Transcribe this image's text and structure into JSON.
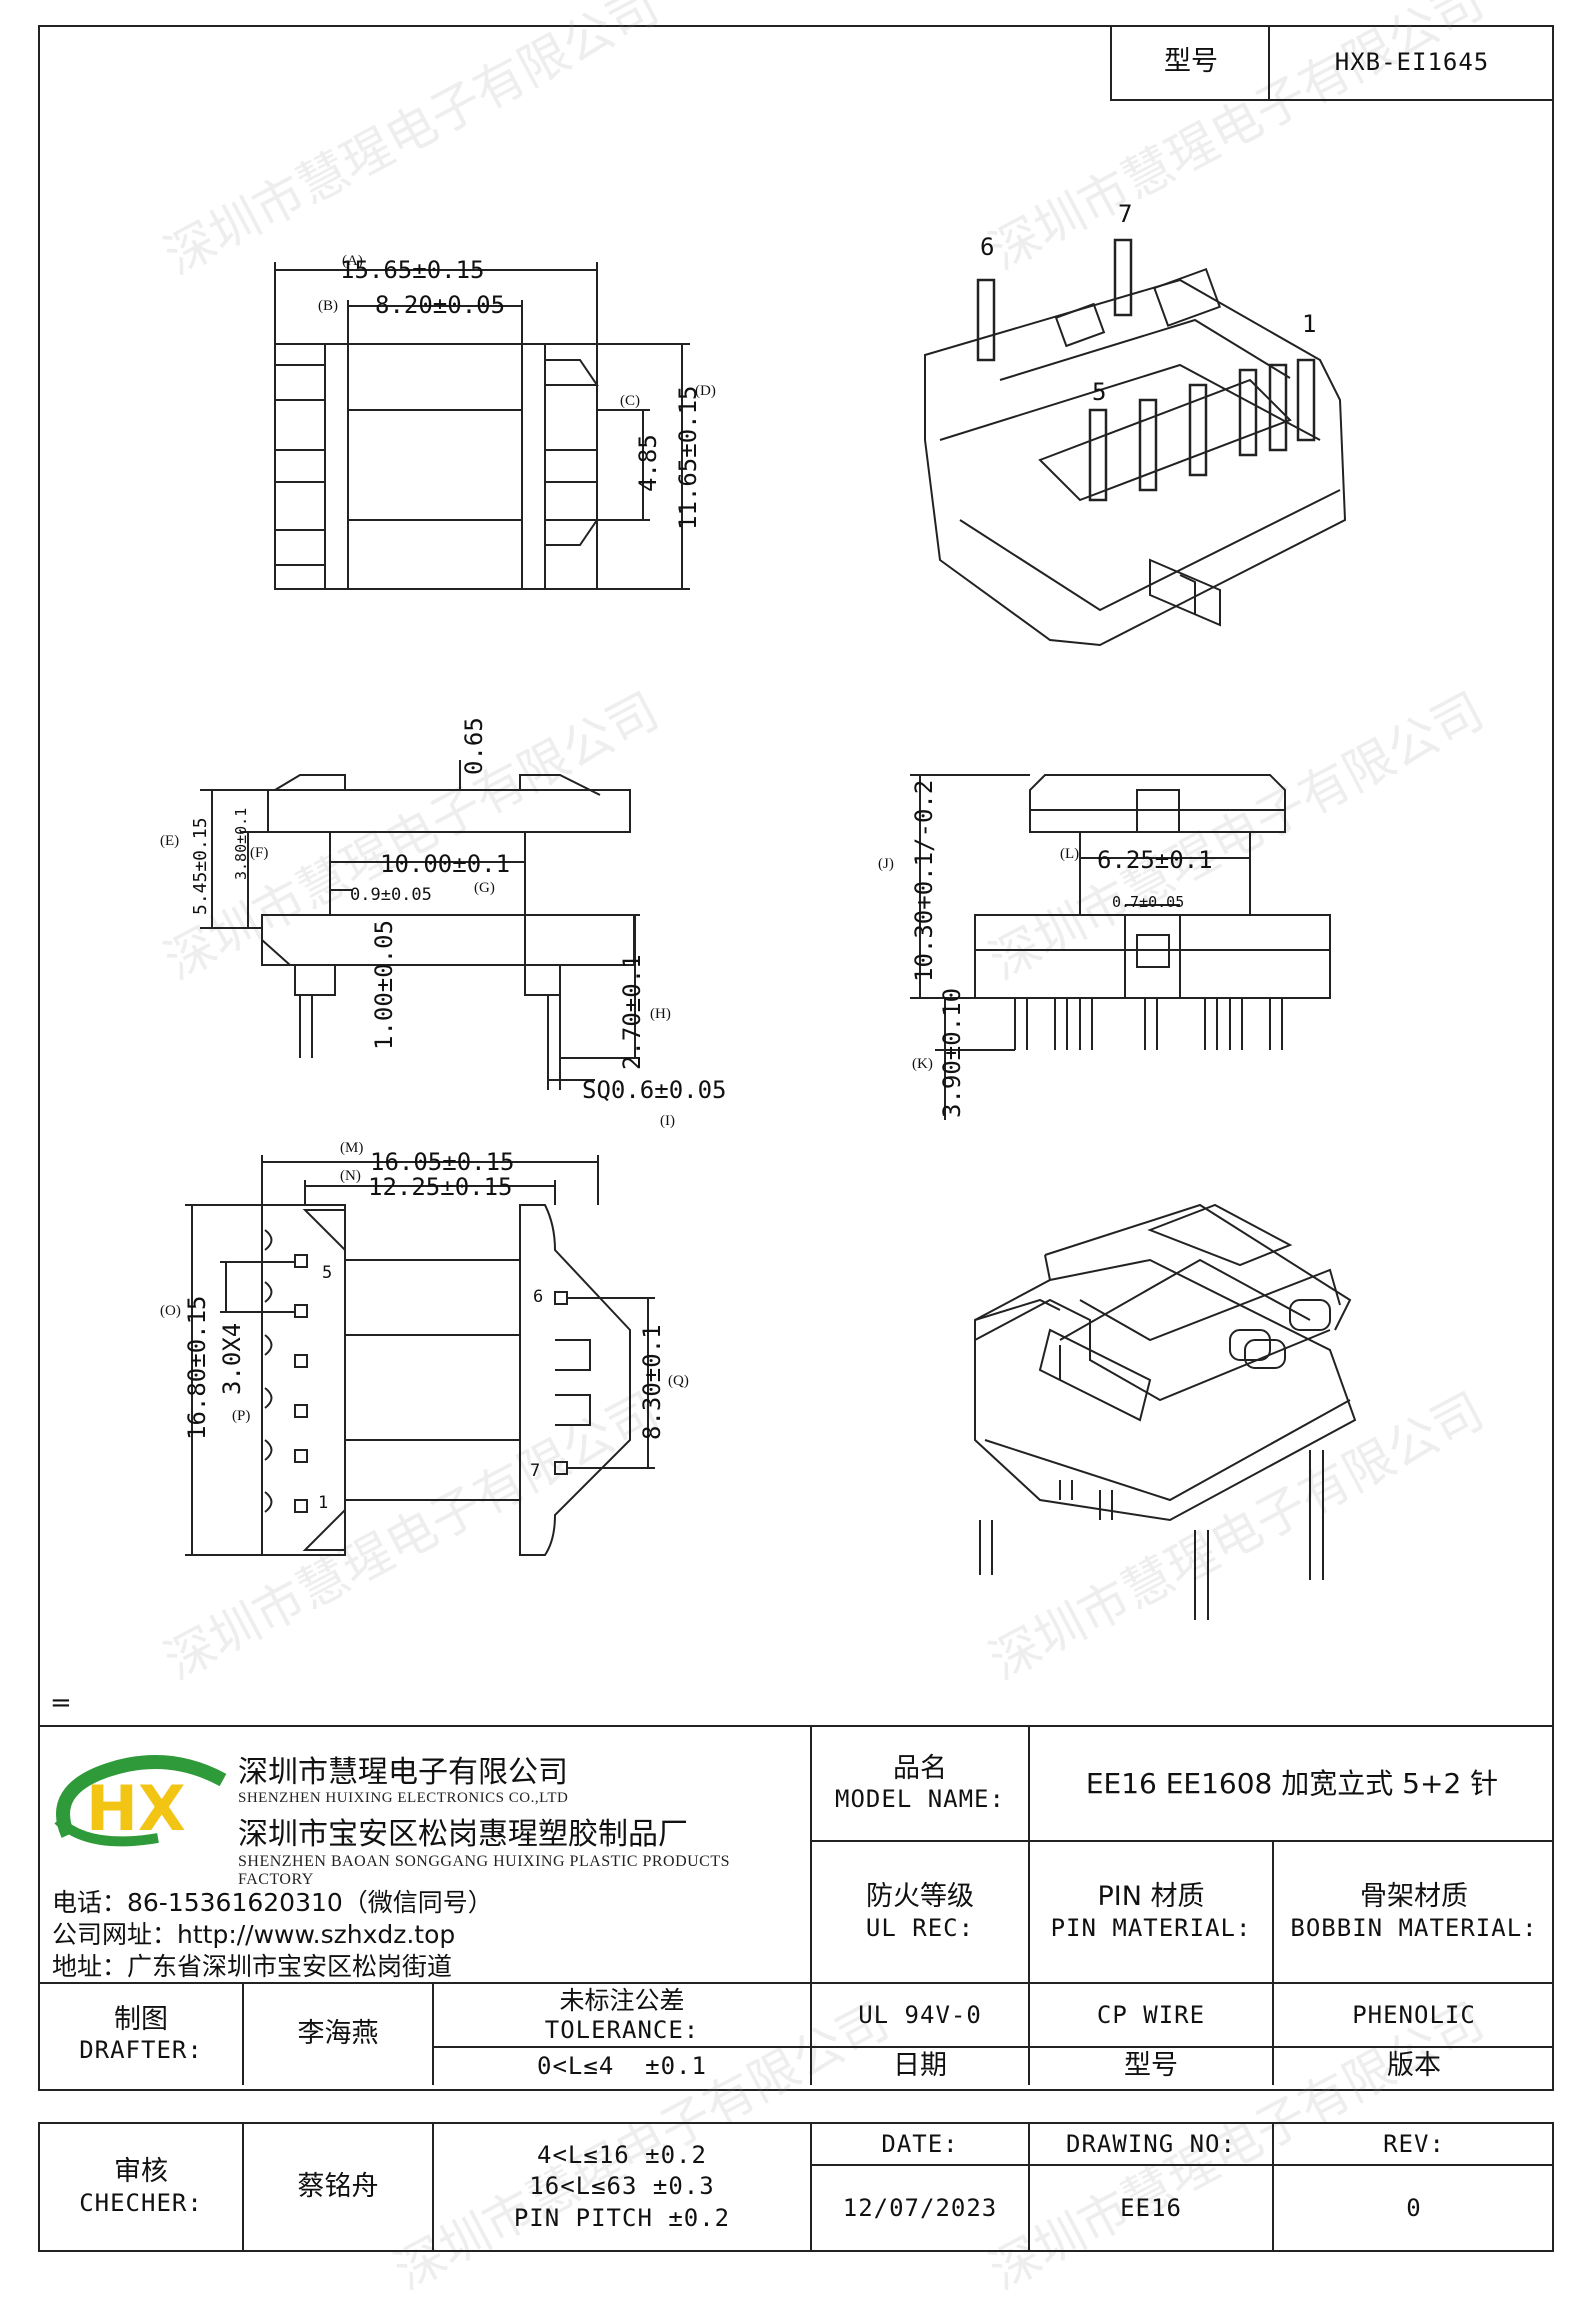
{
  "header": {
    "model_label": "型号",
    "model_value": "HXB-EI1645"
  },
  "watermark": "深圳市慧瑆电子有限公司",
  "stray_mark": "=",
  "drawing": {
    "top_view": {
      "dims": {
        "a": "15.65±0.15",
        "a_tag": "(A)",
        "b": "8.20±0.05",
        "b_tag": "(B)",
        "c": "4.85",
        "c_tag": "(C)",
        "d": "11.65±0.15",
        "d_tag": "(D)"
      }
    },
    "iso_top": {
      "pins": [
        "6",
        "7",
        "1",
        "5"
      ]
    },
    "front_view": {
      "dims": {
        "e": "5.45±0.15",
        "e_tag": "(E)",
        "f": "3.80±0.1",
        "f_tag": "(F)",
        "top": "0.65",
        "g": "10.00±0.1",
        "g_tag": "(G)",
        "gw": "0.9±0.05",
        "base": "1.00±0.05",
        "h": "2.70±0.1",
        "h_tag": "(H)",
        "i": "SQ0.6±0.05",
        "i_tag": "(I)"
      }
    },
    "side_view": {
      "dims": {
        "j": "10.30+0.1/-0.2",
        "j_tag": "(J)",
        "l": "6.25±0.1",
        "l_tag": "(L)",
        "lw": "0.7±0.05",
        "k": "3.90±0.10",
        "k_tag": "(K)"
      }
    },
    "bottom_view": {
      "dims": {
        "m": "16.05±0.15",
        "m_tag": "(M)",
        "n": "12.25±0.15",
        "n_tag": "(N)",
        "o": "16.80±0.15",
        "o_tag": "(O)",
        "p": "3.0X4",
        "p_tag": "(P)",
        "q": "8.30±0.1",
        "q_tag": "(Q)"
      },
      "pins": [
        "5",
        "1",
        "6",
        "7"
      ]
    }
  },
  "company": {
    "name_cn": "深圳市慧瑆电子有限公司",
    "name_en": "SHENZHEN HUIXING ELECTRONICS CO.,LTD",
    "factory_cn": "深圳市宝安区松岗惠瑆塑胶制品厂",
    "factory_en": "SHENZHEN BAOAN SONGGANG HUIXING PLASTIC PRODUCTS FACTORY",
    "phone": "电话：86-15361620310（微信同号）",
    "website": "公司网址：http://www.szhxdz.top",
    "address": "地址：广东省深圳市宝安区松岗街道",
    "logo_text": "HX",
    "logo_colors": {
      "green": "#2f9a3a",
      "yellow": "#f2c414"
    }
  },
  "title_block": {
    "product_label_cn": "品名",
    "product_label_en": "MODEL NAME:",
    "product_value": "EE16 EE1608 加宽立式 5+2 针",
    "fire_label_cn": "防火等级",
    "fire_label_en": "UL REC:",
    "pin_label_cn": "PIN 材质",
    "pin_label_en": "PIN MATERIAL:",
    "bobbin_label_cn": "骨架材质",
    "bobbin_label_en": "BOBBIN MATERIAL:",
    "fire_value": "UL 94V-0",
    "pin_value": "CP WIRE",
    "bobbin_value": "PHENOLIC",
    "drafter_label_cn": "制图",
    "drafter_label_en": "DRAFTER:",
    "drafter": "李海燕",
    "tol_label_cn": "未标注公差",
    "tol_label_en": "TOLERANCE:",
    "tol_1": "0<L≤4  ±0.1",
    "date_label_cn": "日期",
    "model_label_cn": "型号",
    "rev_label_cn": "版本",
    "checker_label_cn": "审核",
    "checker_label_en": "CHECHER:",
    "checker": "蔡铭舟",
    "tol_2": "4<L≤16 ±0.2",
    "tol_3": "16<L≤63 ±0.3",
    "tol_4": "PIN PITCH ±0.2",
    "date_label_en": "DATE:",
    "drawing_no_label": "DRAWING NO:",
    "rev_label_en": "REV:",
    "date": "12/07/2023",
    "drawing_no": "EE16",
    "rev": "0"
  }
}
